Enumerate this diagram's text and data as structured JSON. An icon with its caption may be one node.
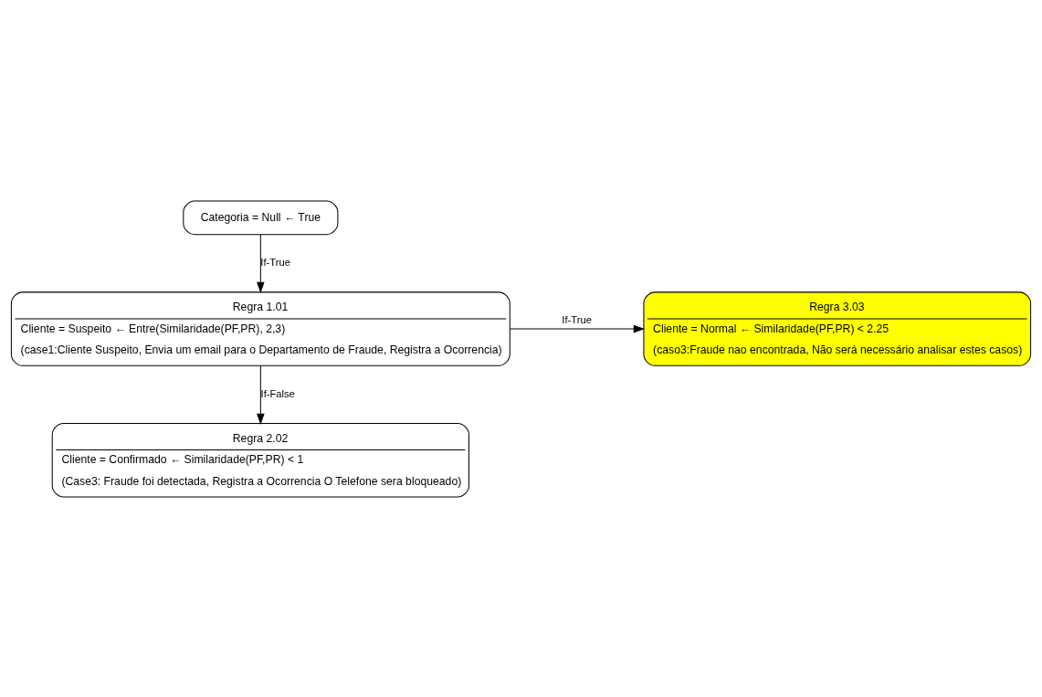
{
  "diagram": {
    "nodes": [
      {
        "text": [
          "Categoria = Null ← True"
        ]
      },
      {
        "text": [
          "Regra 1.01",
          "Cliente = Suspeito ← Entre(Similaridade(PF,PR), 2,3)",
          "(case1:Cliente Suspeito, Envia um email para o Departamento de Fraude, Registra a Ocorrencia)"
        ]
      },
      {
        "text": [
          "Regra 3.03",
          "Cliente = Normal ← Similaridade(PF,PR) < 2.25",
          "(caso3:Fraude nao encontrada, Não será necessário analisar estes casos)"
        ]
      },
      {
        "text": [
          "Regra 2.02",
          "Cliente = Confirmado ← Similaridade(PF,PR) < 1",
          "(Case3: Fraude foi detectada, Registra a Ocorrencia O Telefone sera bloqueado)"
        ]
      }
    ],
    "edges": [
      {
        "from": 0,
        "to": 1,
        "arrow": "to",
        "label": "If-True"
      },
      {
        "from": 1,
        "to": 2,
        "arrow": "to",
        "label": "If-True"
      },
      {
        "from": 1,
        "to": 3,
        "arrow": "to",
        "label": "If-False"
      }
    ]
  }
}
